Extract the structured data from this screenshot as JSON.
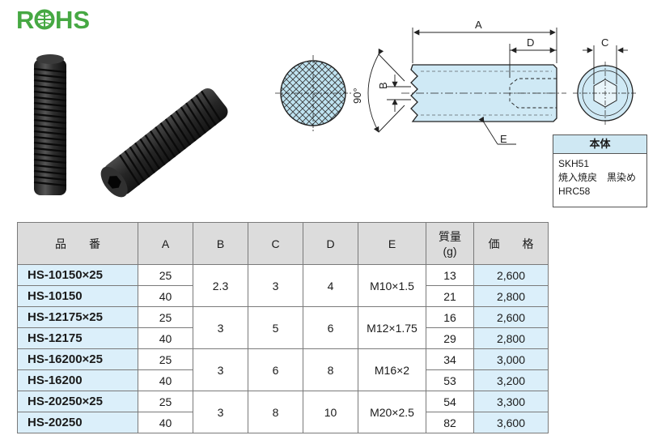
{
  "logo": {
    "text": "RoHS",
    "color": "#46a843"
  },
  "drawing": {
    "labels": {
      "A": "A",
      "B": "B",
      "C": "C",
      "D": "D",
      "E": "E",
      "angle": "90°"
    }
  },
  "material": {
    "title": "本体",
    "lines": [
      "SKH51",
      "焼入焼戻　黒染め",
      "HRC58"
    ]
  },
  "table": {
    "headers": {
      "part_no": "品　　番",
      "a": "A",
      "b": "B",
      "c": "C",
      "d": "D",
      "e": "E",
      "mass_1": "質量",
      "mass_2": "(g)",
      "price": "価　　格"
    },
    "groups": [
      {
        "b": "2.3",
        "c": "3",
        "d": "4",
        "e": "M10×1.5",
        "rows": [
          {
            "part_no": "HS-10150×25",
            "a": "25",
            "mass": "13",
            "price": "2,600"
          },
          {
            "part_no": "HS-10150",
            "a": "40",
            "mass": "21",
            "price": "2,800"
          }
        ]
      },
      {
        "b": "3",
        "c": "5",
        "d": "6",
        "e": "M12×1.75",
        "rows": [
          {
            "part_no": "HS-12175×25",
            "a": "25",
            "mass": "16",
            "price": "2,600"
          },
          {
            "part_no": "HS-12175",
            "a": "40",
            "mass": "29",
            "price": "2,800"
          }
        ]
      },
      {
        "b": "3",
        "c": "6",
        "d": "8",
        "e": "M16×2",
        "rows": [
          {
            "part_no": "HS-16200×25",
            "a": "25",
            "mass": "34",
            "price": "3,000"
          },
          {
            "part_no": "HS-16200",
            "a": "40",
            "mass": "53",
            "price": "3,200"
          }
        ]
      },
      {
        "b": "3",
        "c": "8",
        "d": "10",
        "e": "M20×2.5",
        "rows": [
          {
            "part_no": "HS-20250×25",
            "a": "25",
            "mass": "54",
            "price": "3,300"
          },
          {
            "part_no": "HS-20250",
            "a": "40",
            "mass": "82",
            "price": "3,600"
          }
        ]
      }
    ]
  }
}
